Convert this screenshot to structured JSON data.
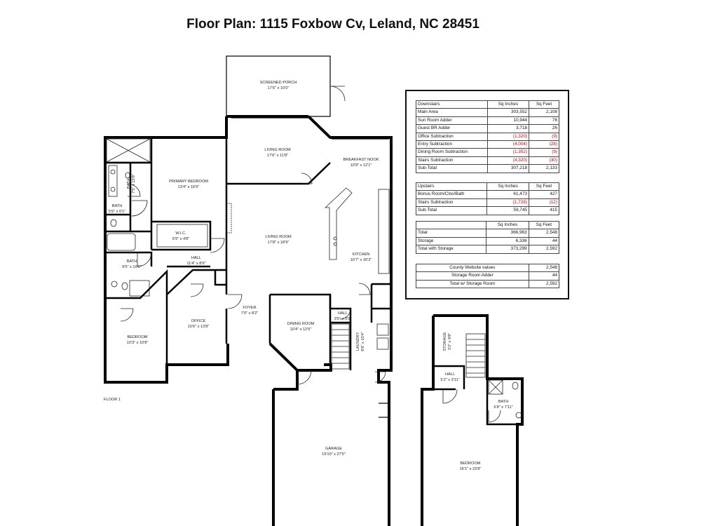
{
  "title": "Floor Plan: 1115 Foxbow Cv, Leland, NC 28451",
  "floor1": {
    "label": "FLOOR 1",
    "rooms": [
      {
        "name": "SCREENED PORCH",
        "dims": "17'6\" x 10'0\""
      },
      {
        "name": "LIVING ROOM",
        "dims": "17'6\" x 11'8\""
      },
      {
        "name": "BREAKFAST NOOK",
        "dims": "10'9\" x 12'1\""
      },
      {
        "name": "PRIMARY BEDROOM",
        "dims": "13'4\" x 16'5\""
      },
      {
        "name": "BATH",
        "dims": "7'5\" x 13'8\""
      },
      {
        "name": "BATH",
        "dims": "5'5\" x 6'1\""
      },
      {
        "name": "W.I.C.",
        "dims": "6'9\" x 4'8\""
      },
      {
        "name": "LIVING ROOM",
        "dims": "17'8\" x 18'9\""
      },
      {
        "name": "KITCHEN",
        "dims": "10'7\" x 20'2\""
      },
      {
        "name": "HALL",
        "dims": "11'4\" x 8'6\""
      },
      {
        "name": "BATH",
        "dims": "9'5\" x 10'6\""
      },
      {
        "name": "FOYER",
        "dims": "7'0\" x 8'2\""
      },
      {
        "name": "HALL",
        "dims": "3'6\" x 3'9\""
      },
      {
        "name": "OFFICE",
        "dims": "10'6\" x 13'8\""
      },
      {
        "name": "DINING ROOM",
        "dims": "10'4\" x 12'5\""
      },
      {
        "name": "LAUNDRY",
        "dims": "6'6\" x 10'4\""
      },
      {
        "name": "BEDROOM",
        "dims": "10'3\" x 10'8\""
      },
      {
        "name": "GARAGE",
        "dims": "19'10\" x 27'5\""
      }
    ]
  },
  "floor2": {
    "rooms": [
      {
        "name": "STORAGE",
        "dims": "3'2\" x 9'8\""
      },
      {
        "name": "HALL",
        "dims": "5'2\" x 3'11\""
      },
      {
        "name": "BATH",
        "dims": "6'8\" x 7'11\""
      },
      {
        "name": "BEDROOM",
        "dims": "16'1\" x 23'8\""
      }
    ]
  },
  "table": {
    "downstairs": {
      "header": [
        "Downstairs",
        "Sq Inches",
        "Sq Feet"
      ],
      "rows": [
        [
          "Main Area",
          "303,552",
          "2,108"
        ],
        [
          "Sun Room Adder",
          "10,944",
          "76"
        ],
        [
          "Guest BR Adder",
          "3,718",
          "26"
        ],
        [
          "Office Subtraction",
          "(1,320)",
          "(9)"
        ],
        [
          "Entry Subtraction",
          "(4,004)",
          "(28)"
        ],
        [
          "Dining Room Subtraction",
          "(1,352)",
          "(9)"
        ],
        [
          "Stairs Subtraction",
          "(4,320)",
          "(30)"
        ],
        [
          "Sub-Total",
          "307,218",
          "2,133"
        ]
      ]
    },
    "upstairs": {
      "header": [
        "Upstairs",
        "Sq Inches",
        "Sq Feet"
      ],
      "rows": [
        [
          "Bonus Room/Clos/Bath",
          "61,473",
          "427"
        ],
        [
          "Stairs Subtraction",
          "(1,728)",
          "(12)"
        ],
        [
          "Sub-Total",
          "59,745",
          "415"
        ]
      ]
    },
    "totals": {
      "header": [
        "",
        "Sq Inches",
        "Sq Feet"
      ],
      "rows": [
        [
          "Total",
          "366,963",
          "2,548"
        ],
        [
          "Storage",
          "6,336",
          "44"
        ],
        [
          "Total with Storage",
          "373,299",
          "2,592"
        ]
      ]
    },
    "county": {
      "rows": [
        [
          "County Website values",
          "2,548"
        ],
        [
          "Storage Room Adder",
          "44"
        ],
        [
          "Total w/ Storage Room",
          "2,592"
        ]
      ]
    }
  },
  "colors": {
    "negative": "#c00000",
    "wall": "#000000"
  }
}
